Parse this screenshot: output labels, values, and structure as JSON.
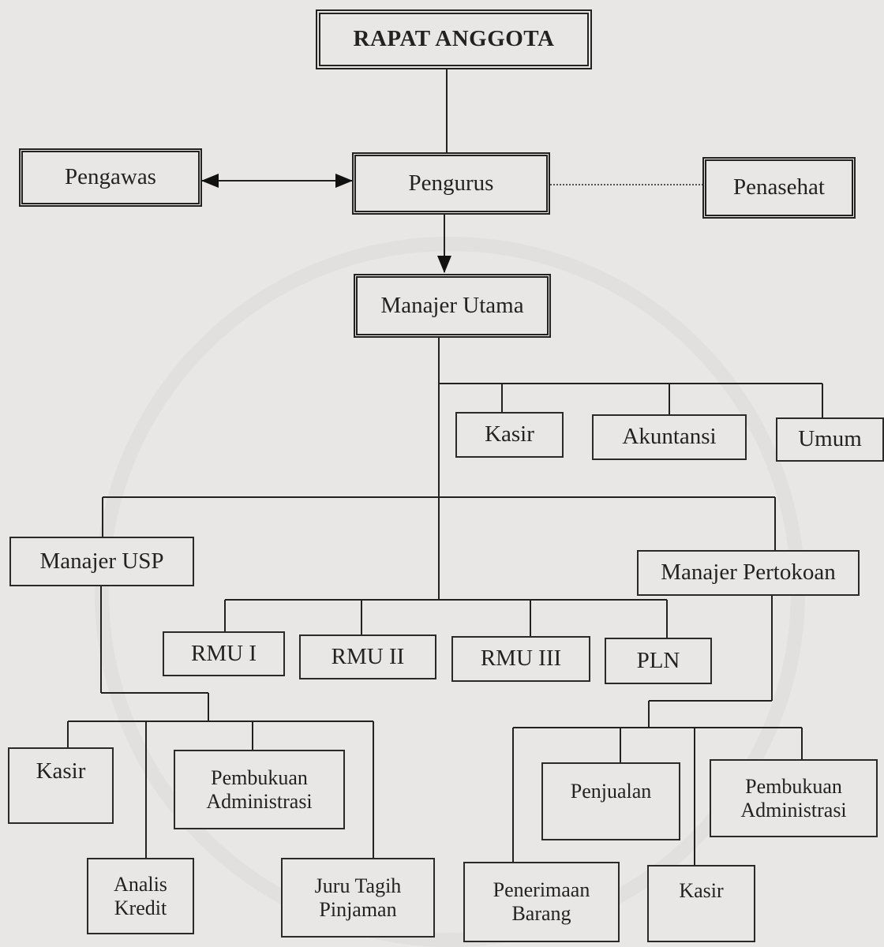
{
  "nodes": {
    "rapat_anggota": "RAPAT ANGGOTA",
    "pengawas": "Pengawas",
    "pengurus": "Pengurus",
    "penasehat": "Penasehat",
    "manajer_utama": "Manajer Utama",
    "kasir_top": "Kasir",
    "akuntansi": "Akuntansi",
    "umum": "Umum",
    "manajer_usp": "Manajer USP",
    "manajer_pertokoan": "Manajer Pertokoan",
    "rmu1": "RMU I",
    "rmu2": "RMU II",
    "rmu3": "RMU III",
    "pln": "PLN",
    "kasir_usp": "Kasir",
    "pembukuan_usp": "Pembukuan Administrasi",
    "analis_kredit": "Analis Kredit",
    "juru_tagih": "Juru Tagih Pinjaman",
    "penjualan": "Penjualan",
    "pembukuan_toko": "Pembukuan Administrasi",
    "penerimaan_barang": "Penerimaan Barang",
    "kasir_toko": "Kasir"
  }
}
